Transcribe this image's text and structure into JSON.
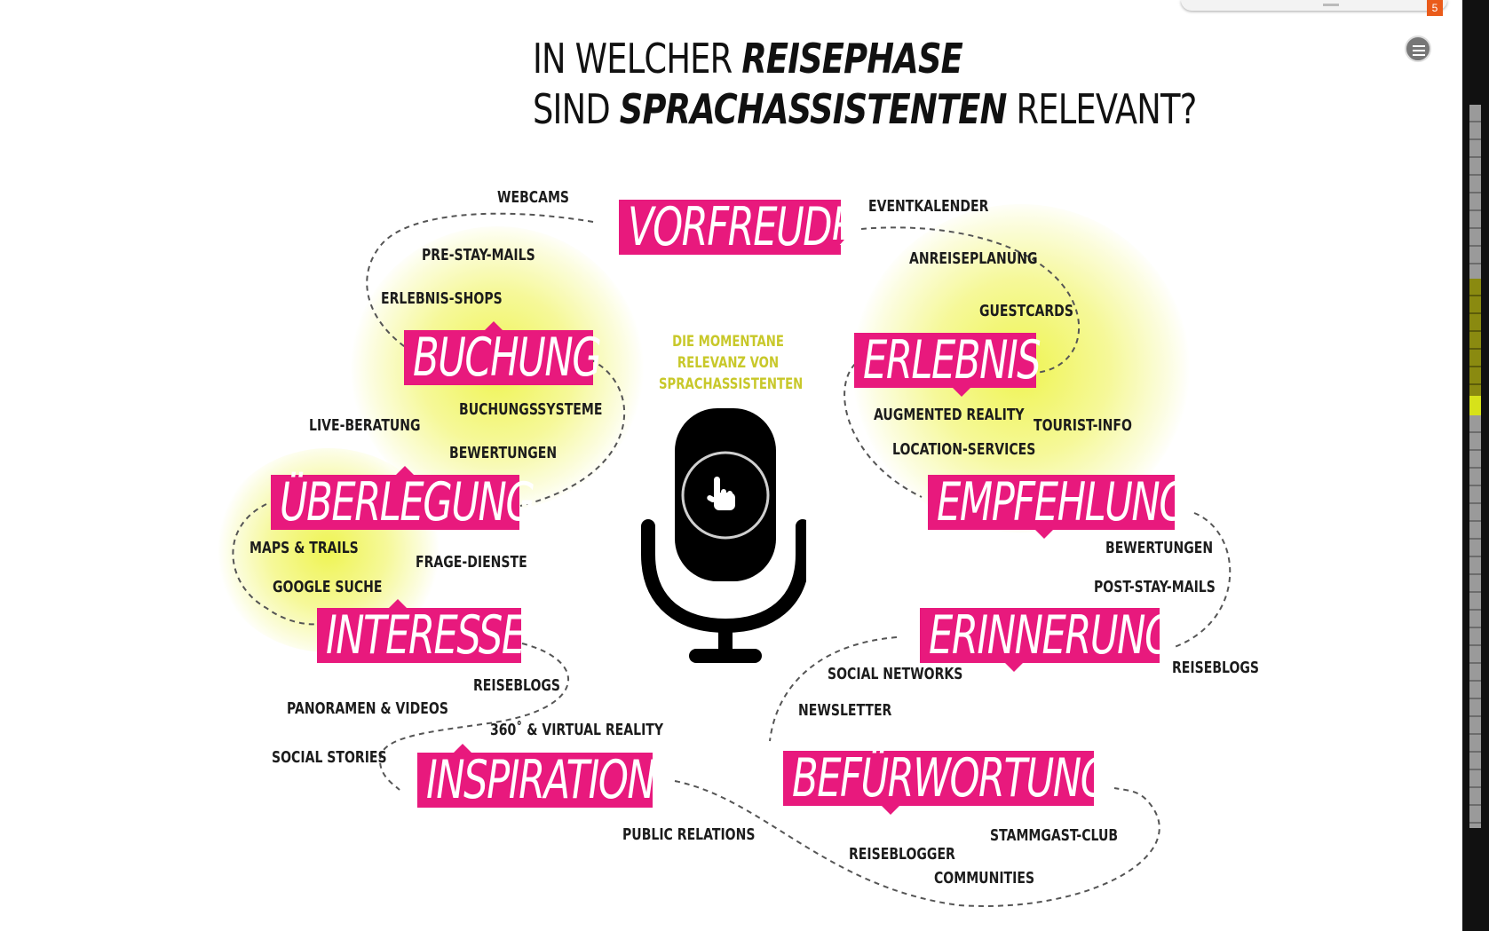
{
  "title": {
    "line1_plain": "IN WELCHER",
    "line1_bold": "REISEPHASE",
    "line2_bold": "SPRACHASSISTENTEN",
    "line2_pre": "SIND",
    "line2_post": "RELEVANT?"
  },
  "caption": {
    "line1": "DIE MOMENTANE",
    "line2": "RELEVANZ VON",
    "line3": "SPRACHASSISTENTEN"
  },
  "phases": {
    "vorfreude": "VORFREUDE",
    "buchung": "BUCHUNG",
    "erlebnis": "ERLEBNIS",
    "ueberlegung": "ÜBERLEGUNG",
    "empfehlung": "EMPFEHLUNG",
    "interesse": "INTERESSE",
    "erinnerung": "ERINNERUNG",
    "inspiration": "INSPIRATION",
    "befuerwortung": "BEFÜRWORTUNG"
  },
  "labels": {
    "webcams": "WEBCAMS",
    "eventkalender": "EVENTKALENDER",
    "pre_stay_mails": "PRE-STAY-MAILS",
    "anreiseplanung": "ANREISEPLANUNG",
    "erlebnis_shops": "ERLEBNIS-SHOPS",
    "guestcards": "GUESTCARDS",
    "buchungssysteme": "BUCHUNGSSYSTEME",
    "live_beratung": "LIVE-BERATUNG",
    "augmented_reality": "AUGMENTED REALITY",
    "tourist_info": "TOURIST-INFO",
    "bewertungen_left": "BEWERTUNGEN",
    "location_services": "LOCATION-SERVICES",
    "maps_trails": "MAPS & TRAILS",
    "frage_dienste": "FRAGE-DIENSTE",
    "bewertungen_right": "BEWERTUNGEN",
    "google_suche": "GOOGLE SUCHE",
    "post_stay_mails": "POST-STAY-MAILS",
    "reiseblogs_left": "REISEBLOGS",
    "social_networks": "SOCIAL NETWORKS",
    "reiseblogs_right": "REISEBLOGS",
    "panoramen_videos": "PANORAMEN & VIDEOS",
    "newsletter": "NEWSLETTER",
    "virtual_reality": "360˚ & VIRTUAL REALITY",
    "social_stories": "SOCIAL STORIES",
    "public_relations": "PUBLIC RELATIONS",
    "stammgast_club": "STAMMGAST-CLUB",
    "reiseblogger": "REISEBLOGGER",
    "communities": "COMMUNITIES"
  },
  "browser": {
    "tab_count": "5"
  },
  "colors": {
    "phase_pink": "#e8197d",
    "glow_yellow": "#eef246",
    "caption_yellow": "#c8c82a",
    "text_dark": "#1c1c1c"
  }
}
